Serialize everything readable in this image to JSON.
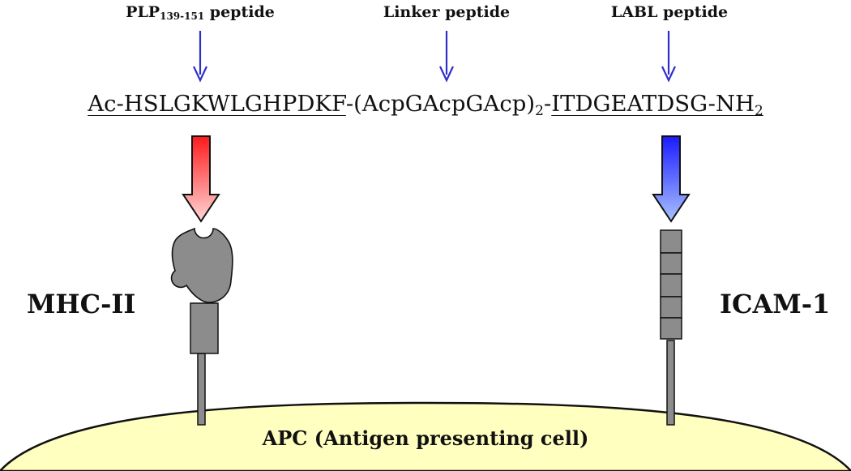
{
  "peptide_labels": {
    "plp_main": "PLP",
    "plp_sub": "139-151",
    "plp_suffix": " peptide",
    "linker": "Linker peptide",
    "labl": "LABL peptide"
  },
  "sequence": {
    "plp_part": "Ac-HSLGKWLGHPDKF",
    "dash1": "-",
    "linker_part": "(AcpGAcpGAcp)",
    "linker_sub": "2",
    "dash2": "-",
    "labl_part": "ITDGEATDSG-NH",
    "labl_sub": "2"
  },
  "receptors": {
    "left": "MHC-II",
    "right": "ICAM-1"
  },
  "cell": {
    "label": "APC (Antigen presenting cell)"
  },
  "colors": {
    "pointer_arrows": "#2f2fc8",
    "red_arrow_top": "#ff1a1a",
    "red_arrow_bottom": "#ffd6d6",
    "blue_arrow_top": "#1a1aff",
    "blue_arrow_bottom": "#9fb9ff",
    "receptor_fill": "#8c8c8c",
    "cell_fill": "#ffffc0"
  }
}
